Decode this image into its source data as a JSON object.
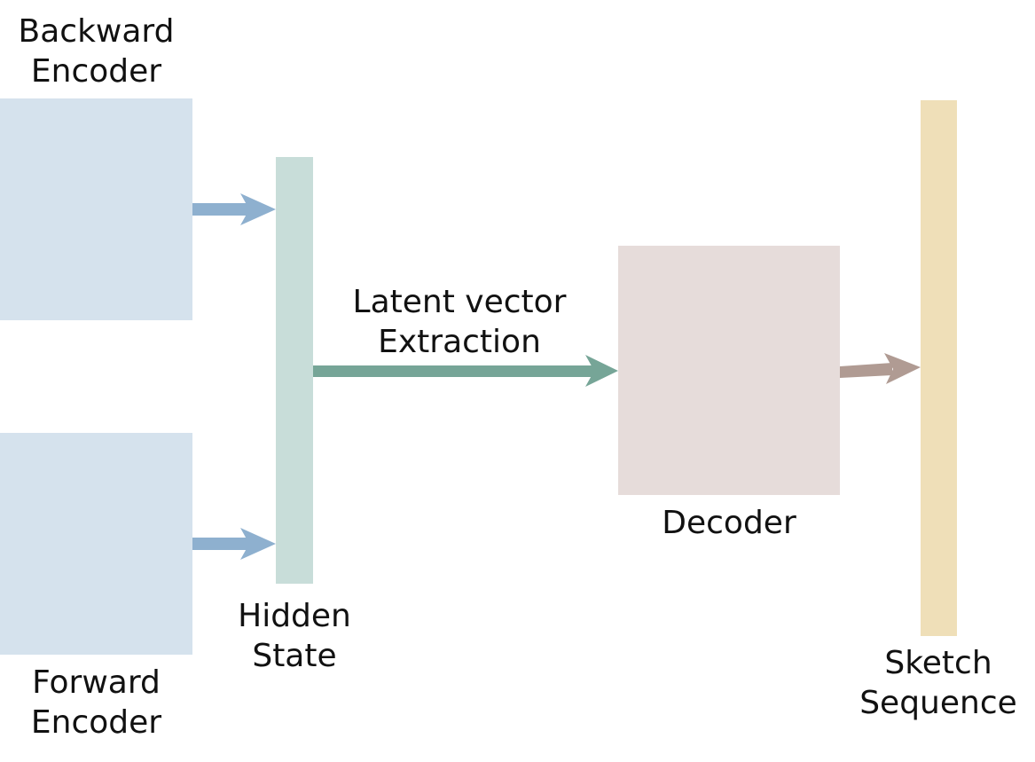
{
  "labels": {
    "backward_encoder": [
      "Backward",
      "Encoder"
    ],
    "forward_encoder": [
      "Forward",
      "Encoder"
    ],
    "hidden_state": [
      "Hidden",
      "State"
    ],
    "latent_vector": [
      "Latent vector",
      "Extraction"
    ],
    "decoder": "Decoder",
    "sketch_sequence": [
      "Sketch",
      "Sequence"
    ]
  },
  "colors": {
    "encoder": "#d5e2ed",
    "hidden_state": "#c8ddd9",
    "decoder": "#e6dcda",
    "sketch_sequence": "#efdfb8",
    "encoder_arrow": "#8eb0cf",
    "latent_arrow": "#76a597",
    "decoder_arrow": "#b09b93"
  }
}
